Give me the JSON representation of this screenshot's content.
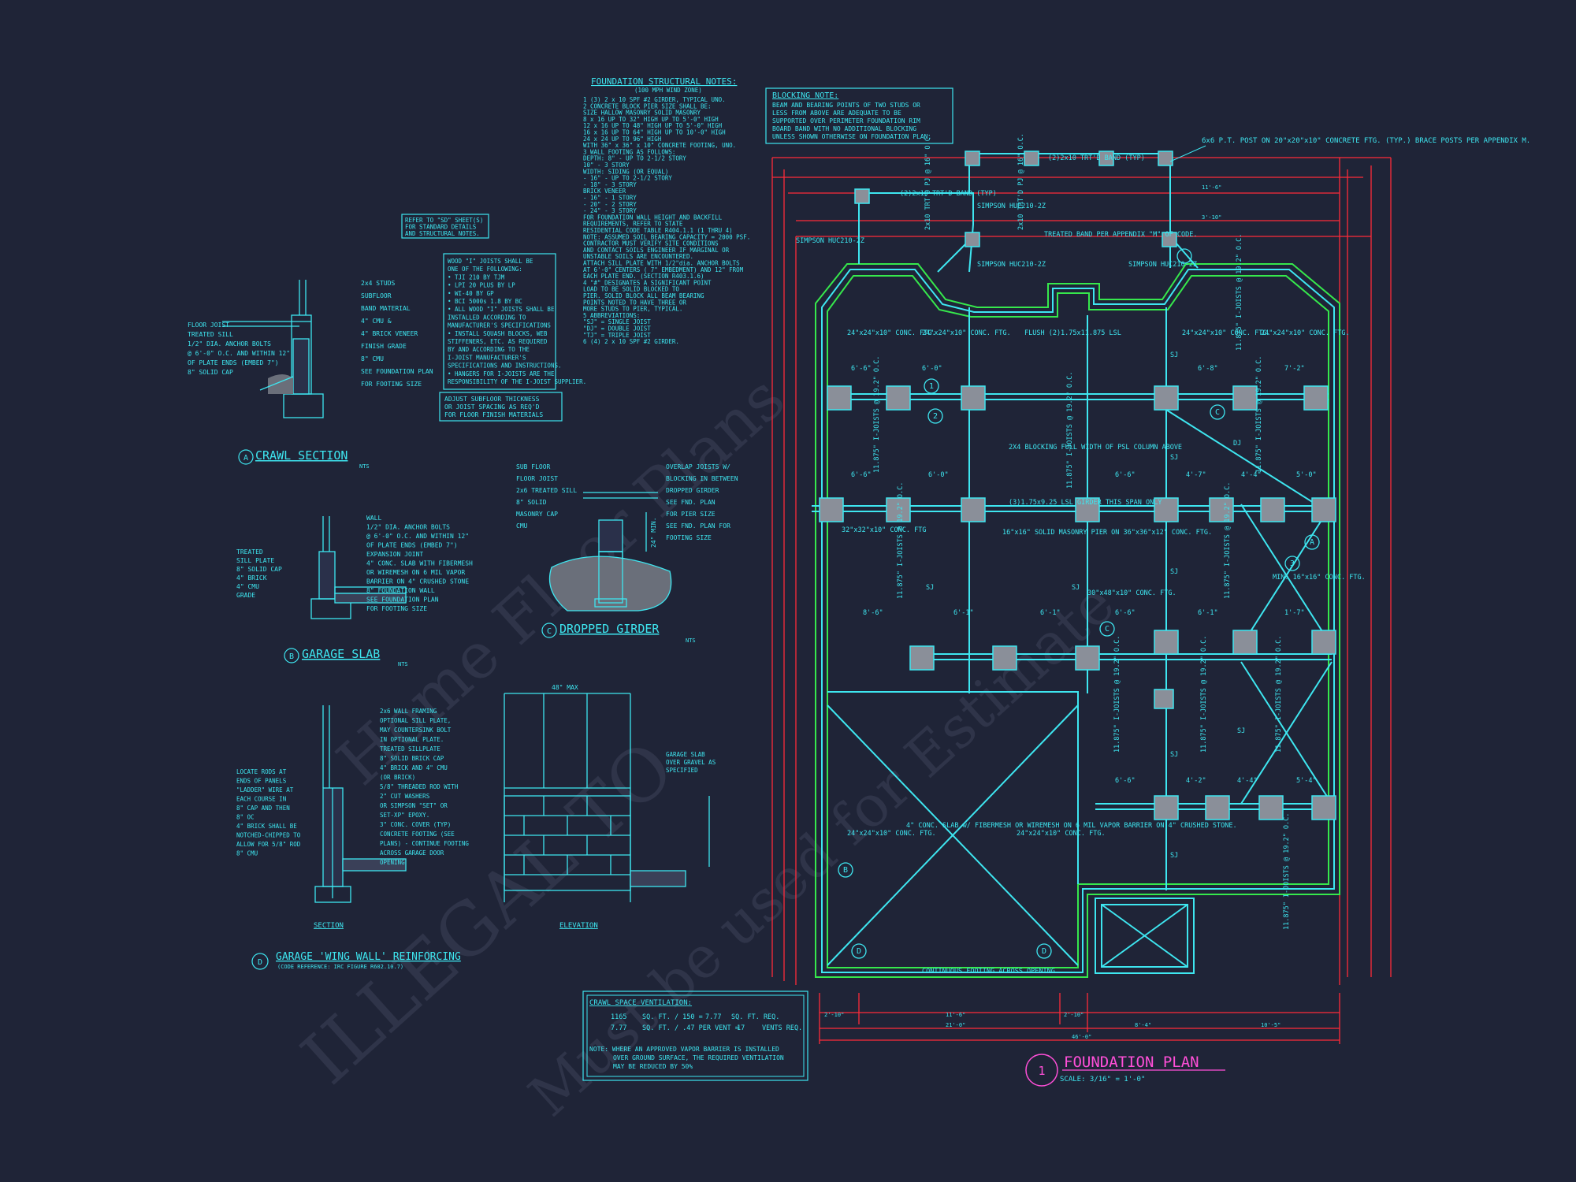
{
  "watermark": {
    "line1": "ILLEGAL TO",
    "line2": "Must be used for Estimate",
    "line3": "Home Floor Plans"
  },
  "plan": {
    "title_number": "1",
    "title": "FOUNDATION PLAN",
    "scale": "SCALE: 3/16\" = 1'-0\"",
    "top_callout": "6x6 P.T. POST ON 20\"x20\"x10\" CONCRETE FTG. (TYP.) BRACE POSTS PER APPENDIX M.",
    "labels": {
      "band_trtd_a": "(2)2x10 TRT'D BAND (TYP)",
      "band_trtd_b": "(2)2x10 TRT'D BAND (TYP)",
      "trtd_pj_a": "2x10 TRT'D PJ @ 16\" O.C.",
      "trtd_pj_b": "2x10 TRT'D PJ @ 16\" O.C.",
      "simpson_a": "SIMPSON HUC210-2Z",
      "simpson_b": "SIMPSON HUC210-2Z",
      "simpson_c": "SIMPSON HUC210-2Z",
      "simpson_d": "SIMPSON HUC210-2Z",
      "treated_band": "TREATED BAND PER APPENDIX \"M\" OF CODE.",
      "flush": "FLUSH (2)1.75x11.875 LSL",
      "ftg_24_a": "24\"x24\"x10\" CONC. FTG.",
      "ftg_24_b": "24\"x24\"x10\" CONC. FTG.",
      "ftg_24_c": "24\"x24\"x10\" CONC. FTG.",
      "ftg_24_d": "24\"x24\"x10\" CONC. FTG.",
      "ftg_24_e": "24\"x24\"x10\" CONC. FTG.",
      "ftg_24_f": "24\"x24\"x10\" CONC. FTG.",
      "ftg_32": "32\"x32\"x10\" CONC. FTG",
      "ftg_30": "30\"x48\"x10\" CONC. FTG.",
      "ftg_min16": "MIN. 16\"x16\" CONC. FTG.",
      "blocking_full": "2X4 BLOCKING FULL WIDTH OF PSL COLUMN ABOVE",
      "girder_span": "(3)1.75x9.25 LSL GIRDER THIS SPAN ONLY",
      "masonry_pier": "16\"x16\" SOLID MASONRY PIER ON 36\"x36\"x12\" CONC. FTG.",
      "garage_slab": "4\" CONC. SLAB w/ FIBERMESH OR WIREMESH ON 6 MIL VAPOR BARRIER ON 4\" CRUSHED STONE.",
      "cont_footing": "CONTINUOUS FOOTING ACROSS OPENING",
      "joists_a": "11.875\" I-JOISTS @ 19.2\" O.C.",
      "joists_b": "11.875\" I-JOISTS @ 19.2\" O.C.",
      "joists_c": "11.875\" I-JOISTS @ 19.2\" O.C.",
      "joists_d": "11.875\" I-JOISTS @ 19.2\" O.C.",
      "joists_e": "11.875\" I-JOISTS @ 19.2\" O.C.",
      "joists_f": "11.875\" I-JOISTS @ 19.2\" O.C.",
      "joists_g": "11.875\" I-JOISTS @ 19.2\" O.C.",
      "joists_h": "11.875\" I-JOISTS @ 19.2\" O.C.",
      "joists_i": "11.875\" I-JOISTS @ 19.2\" O.C.",
      "joists_j": "11.875\" I-JOISTS @ 19.2\" O.C.",
      "sj": "SJ",
      "dj": "DJ",
      "tag1": "1",
      "tag2": "2",
      "tag3": "3",
      "tagA": "A",
      "tagB": "B",
      "tagC": "C",
      "tagD": "D"
    },
    "dims": {
      "d66": "6'-6\"",
      "d60": "6'-0\"",
      "d72": "7'-2\"",
      "d68": "6'-8\"",
      "d86": "8'-6\"",
      "d61": "6'-1\"",
      "d47": "4'-7\"",
      "d44": "4'-4\"",
      "d50": "5'-0\"",
      "d42": "4'-2\"",
      "d54": "5'-4\"",
      "d17": "1'-7\"",
      "d210": "2'-10\"",
      "d116": "11'-6\"",
      "d210b": "21'-0\"",
      "d8": "8'-4\"",
      "d10": "10'-5\"",
      "d46": "46'-0\"",
      "d310": "3'-10\""
    }
  },
  "notes": {
    "title": "FOUNDATION STRUCTURAL NOTES:",
    "subtitle": "(100 MPH WIND ZONE)",
    "lines": [
      "1 (3) 2 x 10 SPF #2 GIRDER, TYPICAL UNO.",
      "2 CONCRETE BLOCK PIER SIZE SHALL BE:",
      "   SIZE        HALLOW MASONRY     SOLID MASONRY",
      "   8 x 16       UP TO 32\" HIGH      UP TO 5'-0\" HIGH",
      "   12 x 16      UP TO 48\" HIGH      UP TO 5'-0\" HIGH",
      "   16 x 16      UP TO 64\" HIGH      UP TO 10'-0\" HIGH",
      "   24 x 24      UP TO 96\" HIGH",
      "   WITH 36\" x 36\" x 10\" CONCRETE FOOTING, UNO.",
      "3 WALL FOOTING AS FOLLOWS:",
      "   DEPTH:  8\" - UP TO 2-1/2 STORY",
      "           10\" - 3 STORY",
      "   WIDTH:  SIDING (OR EQUAL)",
      "           - 16\" - UP TO 2-1/2 STORY",
      "           - 18\" - 3 STORY",
      "         BRICK VENEER",
      "           - 16\" - 1 STORY",
      "           - 20\" - 2 STORY",
      "           - 24\" - 3 STORY",
      "   FOR FOUNDATION WALL HEIGHT AND BACKFILL",
      "   REQUIREMENTS, REFER TO STATE",
      "   RESIDENTIAL CODE TABLE R404.1.1 (1 THRU 4)",
      "   NOTE: ASSUMED SOIL BEARING CAPACITY = 2000 PSF.",
      "   CONTRACTOR MUST VERIFY SITE CONDITIONS",
      "   AND CONTACT SOILS ENGINEER IF MARGINAL OR",
      "   UNSTABLE SOILS ARE ENCOUNTERED.",
      "   ATTACH SILL PLATE WITH 1/2\"dia. ANCHOR BOLTS",
      "   AT 6'-0\" CENTERS ( 7\" EMBEDMENT) AND 12\" FROM",
      "   EACH PLATE END. (SECTION R403.1.6)",
      "4 \"#\" DESIGNATES A SIGNIFICANT POINT",
      "   LOAD TO BE SOLID BLOCKED TO",
      "   PIER. SOLID BLOCK ALL BEAM BEARING",
      "   POINTS NOTED TO HAVE THREE OR",
      "   MORE STUDS TO PIER, TYPICAL.",
      "5 ABBREVIATIONS:",
      "   \"SJ\" = SINGLE JOIST",
      "   \"DJ\" = DOUBLE JOIST",
      "   \"TJ\" = TRIPLE JOIST",
      "6 (4) 2 x 10 SPF #2 GIRDER."
    ]
  },
  "blocking_note": {
    "title": "BLOCKING NOTE:",
    "lines": [
      "BEAM AND BEARING POINTS OF TWO STUDS OR",
      "LESS FROM ABOVE ARE ADEQUATE TO BE",
      "SUPPORTED OVER PERIMETER FOUNDATION RIM",
      "BOARD BAND WITH NO ADDITIONAL BLOCKING",
      "UNLESS SHOWN OTHERWISE ON FOUNDATION PLAN."
    ]
  },
  "refer_note": {
    "lines": [
      "REFER TO \"SD\" SHEET(S)",
      "FOR STANDARD DETAILS",
      "AND STRUCTURAL NOTES."
    ]
  },
  "joist_note": {
    "lines": [
      "WOOD \"I\" JOISTS SHALL BE",
      "ONE OF THE FOLLOWING:",
      "• TJI 210 BY TJM",
      "• LPI 20 PLUS BY LP",
      "• WI-40 BY GP",
      "• BCI 5000s 1.8 BY BC",
      "• ALL WOOD \"I\" JOISTS SHALL BE",
      "  INSTALLED ACCORDING TO",
      "  MANUFACTURER'S SPECIFICATIONS",
      "• INSTALL SQUASH BLOCKS, WEB",
      "  STIFFENERS, ETC. AS REQUIRED",
      "  BY AND ACCORDING TO THE",
      "  I-JOIST MANUFACTURER'S",
      "  SPECIFICATIONS AND INSTRUCTIONS.",
      "• HANGERS FOR I-JOISTS ARE THE",
      "  RESPONSIBILITY OF THE I-JOIST SUPPLIER."
    ],
    "adjust": [
      "ADJUST SUBFLOOR THICKNESS",
      "OR JOIST SPACING AS REQ'D",
      "FOR FLOOR FINISH MATERIALS"
    ]
  },
  "details": {
    "crawl": {
      "tag": "A",
      "title": "CRAWL SECTION",
      "nts": "NTS",
      "labels": [
        "2x4 STUDS",
        "SUBFLOOR",
        "BAND MATERIAL",
        "4\" CMU &",
        "4\" BRICK VENEER",
        "FINISH GRADE",
        "8\" CMU",
        "SEE FOUNDATION PLAN",
        "FOR FOOTING SIZE"
      ],
      "left_labels": [
        "FLOOR JOIST",
        "TREATED SILL",
        "1/2\" DIA. ANCHOR BOLTS",
        "@ 6'-0\" O.C. AND WITHIN 12\"",
        "OF PLATE ENDS (EMBED 7\")",
        "8\" SOLID CAP"
      ]
    },
    "garage_slab": {
      "tag": "B",
      "title": "GARAGE SLAB",
      "nts": "NTS",
      "labels": [
        "WALL",
        "1/2\" DIA. ANCHOR BOLTS",
        "@ 6'-0\" O.C. AND WITHIN 12\"",
        "OF PLATE ENDS (EMBED 7\")",
        "EXPANSION JOINT",
        "4\" CONC. SLAB WITH FIBERMESH",
        "OR WIREMESH ON 6 MIL VAPOR",
        "BARRIER ON 4\" CRUSHED STONE",
        "8\" FOUNDATION WALL",
        "SEE FOUNDATION PLAN",
        "FOR FOOTING SIZE"
      ],
      "left_labels": [
        "TREATED",
        "SILL PLATE",
        "8\" SOLID CAP",
        "4\" BRICK",
        "4\" CMU",
        "GRADE"
      ]
    },
    "dropped_girder": {
      "tag": "C",
      "title": "DROPPED GIRDER",
      "nts": "NTS",
      "labels": [
        "OVERLAP JOISTS W/",
        "BLOCKING IN BETWEEN",
        "DROPPED GIRDER",
        "SEE FND. PLAN",
        "FOR PIER SIZE",
        "SEE FND. PLAN FOR",
        "FOOTING SIZE"
      ],
      "left_labels": [
        "SUB FLOOR",
        "FLOOR JOIST",
        "2x6 TREATED SILL",
        "8\" SOLID",
        "MASONRY CAP",
        "CMU"
      ],
      "dim": "24\" MIN."
    },
    "wing_wall": {
      "tag": "D",
      "title": "GARAGE 'WING WALL' REINFORCING",
      "code": "(CODE REFERENCE: IRC FIGURE R602.10.7)",
      "labels": [
        "2x6 WALL FRAMING",
        "OPTIONAL SILL PLATE,",
        "MAY COUNTERSINK BOLT",
        "IN OPTIONAL PLATE.",
        "TREATED SILLPLATE",
        "8\" SOLID BRICK CAP",
        "4\" BRICK AND 4\" CMU",
        "(OR BRICK)",
        "5/8\" THREADED ROD WITH",
        "2\" CUT WASHERS",
        "OR SIMPSON \"SET\" OR",
        "SET-XP\" EPOXY.",
        "3\" CONC. COVER (TYP)",
        "CONCRETE FOOTING (SEE",
        "PLANS) - CONTINUE FOOTING",
        "ACROSS GARAGE DOOR",
        "OPENING"
      ],
      "left_labels": [
        "LOCATE RODS AT",
        "ENDS OF PANELS",
        "\"LADDER\" WIRE AT",
        "EACH COURSE IN",
        "8\" CAP AND THEN",
        "8\" OC",
        "4\" BRICK SHALL BE",
        "NOTCHED-CHIPPED TO",
        "ALLOW FOR 5/8\" ROD",
        "8\" CMU"
      ],
      "section": "SECTION",
      "elevation": "ELEVATION",
      "max48": "48\" MAX",
      "garage_slab": [
        "GARAGE SLAB",
        "OVER GRAVEL AS",
        "SPECIFIED"
      ]
    }
  },
  "ventilation": {
    "title": "CRAWL SPACE VENTILATION:",
    "row1": [
      "1165",
      "SQ. FT. / 150 =",
      "7.77",
      "SQ. FT. REQ."
    ],
    "row2": [
      "7.77",
      "SQ. FT. / .47 PER VENT =",
      "17",
      "VENTS REQ."
    ],
    "note": [
      "NOTE:  WHERE AN APPROVED VAPOR BARRIER IS INSTALLED",
      "OVER GROUND SURFACE, THE REQUIRED VENTILATION",
      "MAY BE REDUCED BY 50%"
    ]
  },
  "colors": {
    "background": "#1f2437",
    "linework": "#3ee6f0",
    "dimension": "#ff2a3a",
    "wall_outline": "#36e84c",
    "title_accent": "#ff4fd8",
    "pier_fill": "#8a8f99"
  }
}
